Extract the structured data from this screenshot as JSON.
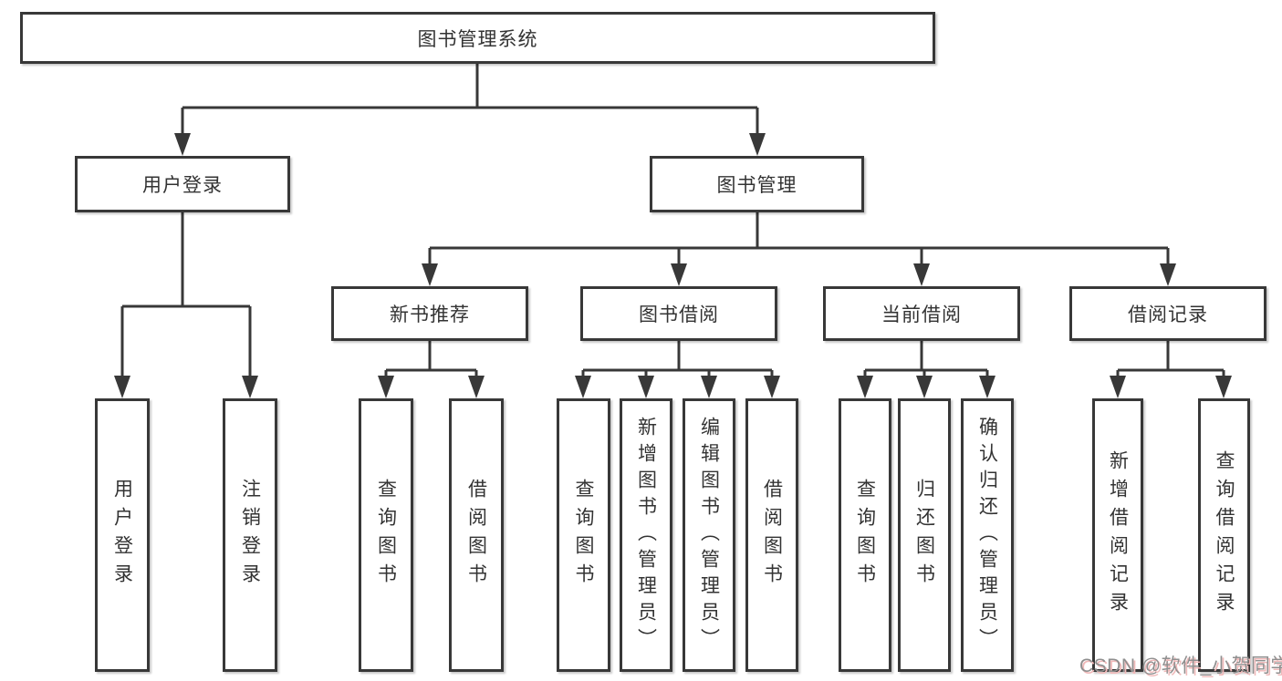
{
  "tree": {
    "root": {
      "label": "图书管理系统"
    },
    "branches": [
      {
        "label": "用户登录",
        "children": [
          {
            "label": "用户登录"
          },
          {
            "label": "注销登录"
          }
        ]
      },
      {
        "label": "图书管理",
        "groups": [
          {
            "label": "新书推荐",
            "children": [
              {
                "label": "查询图书"
              },
              {
                "label": "借阅图书"
              }
            ]
          },
          {
            "label": "图书借阅",
            "children": [
              {
                "label": "查询图书"
              },
              {
                "label": "新增图书（管理员）"
              },
              {
                "label": "编辑图书（管理员）"
              },
              {
                "label": "借阅图书"
              }
            ]
          },
          {
            "label": "当前借阅",
            "children": [
              {
                "label": "查询图书"
              },
              {
                "label": "归还图书"
              },
              {
                "label": "确认归还（管理员）"
              }
            ]
          },
          {
            "label": "借阅记录",
            "children": [
              {
                "label": "新增借阅记录"
              },
              {
                "label": "查询借阅记录"
              }
            ]
          }
        ]
      }
    ]
  },
  "watermark": {
    "text": "CSDN @软件_小贺同学"
  },
  "colors": {
    "line": "#383838",
    "box_border": "#383838",
    "box_background": "#ffffff",
    "text": "#333333",
    "watermark_text": "#8f8f8f",
    "watermark_shadow": "#f0b9b9",
    "page_background": "#ffffff"
  }
}
